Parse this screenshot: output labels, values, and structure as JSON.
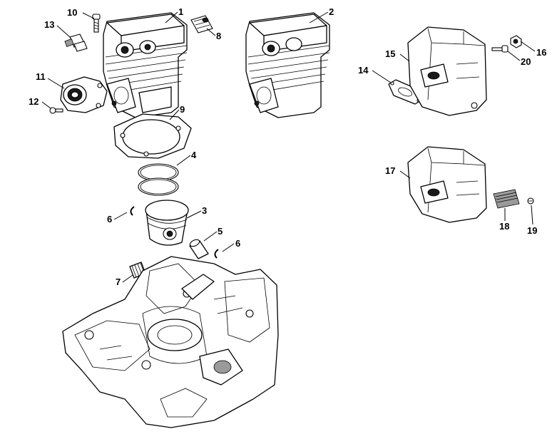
{
  "diagram": {
    "part_labels": {
      "p1": "1",
      "p2": "2",
      "p3": "3",
      "p4": "4",
      "p5": "5",
      "p6a": "6",
      "p6b": "6",
      "p7": "7",
      "p8": "8",
      "p9": "9",
      "p10": "10",
      "p11": "11",
      "p12": "12",
      "p13": "13",
      "p14": "14",
      "p15": "15",
      "p16": "16",
      "p17": "17",
      "p18": "18",
      "p19": "19",
      "p20": "20"
    }
  }
}
